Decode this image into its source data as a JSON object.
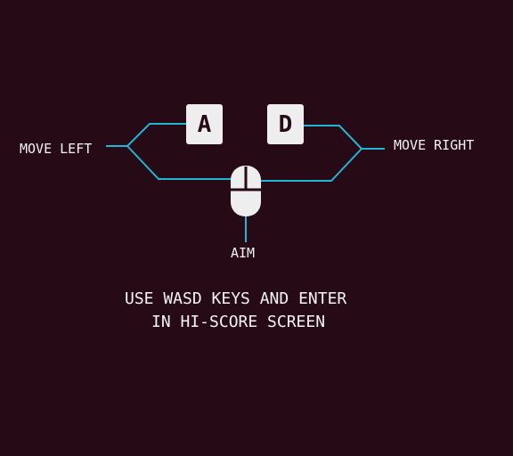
{
  "controls": {
    "key_a": "A",
    "key_d": "D",
    "move_left": "MOVE LEFT",
    "move_right": "MOVE RIGHT",
    "aim": "AIM"
  },
  "instructions": {
    "line1": "USE WASD KEYS AND ENTER",
    "line2": "IN HI-SCORE SCREEN"
  },
  "colors": {
    "background": "#260a16",
    "connector": "#23b5d6",
    "key_face": "#eeeeee",
    "text": "#f4f4f4"
  }
}
